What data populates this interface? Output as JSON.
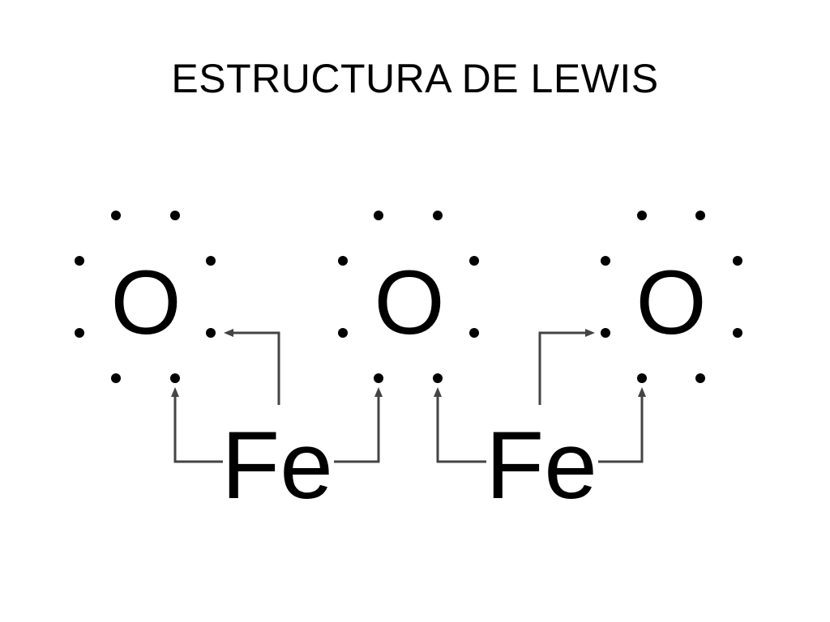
{
  "slide": {
    "title": "ESTRUCTURA DE LEWIS"
  },
  "diagram": {
    "oxygen_atoms": [
      {
        "symbol": "O"
      },
      {
        "symbol": "O"
      },
      {
        "symbol": "O"
      }
    ],
    "iron_atoms": [
      {
        "symbol": "Fe"
      },
      {
        "symbol": "Fe"
      }
    ]
  }
}
